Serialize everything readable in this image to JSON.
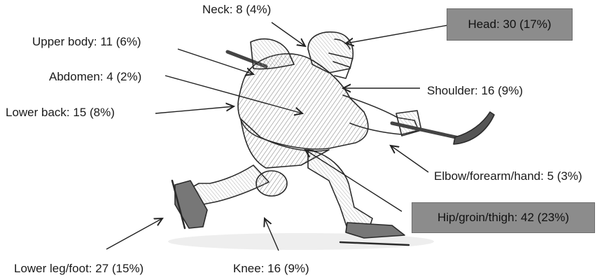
{
  "injuries": [
    {
      "id": "neck",
      "text": "Neck: 8 (4%)"
    },
    {
      "id": "head",
      "text": "Head: 30 (17%)"
    },
    {
      "id": "upper_body",
      "text": "Upper body: 11 (6%)"
    },
    {
      "id": "abdomen",
      "text": "Abdomen: 4 (2%)"
    },
    {
      "id": "shoulder",
      "text": "Shoulder: 16 (9%)"
    },
    {
      "id": "lower_back",
      "text": "Lower back: 15 (8%)"
    },
    {
      "id": "elbow",
      "text": "Elbow/forearm/hand: 5 (3%)"
    },
    {
      "id": "hip",
      "text": "Hip/groin/thigh: 42 (23%)"
    },
    {
      "id": "lower_leg",
      "text": "Lower leg/foot: 27 (15%)"
    },
    {
      "id": "knee",
      "text": "Knee: 16 (9%)"
    }
  ],
  "colors": {
    "highlight_box": "#8c8c8c",
    "sketch": "#2b2b2b"
  }
}
